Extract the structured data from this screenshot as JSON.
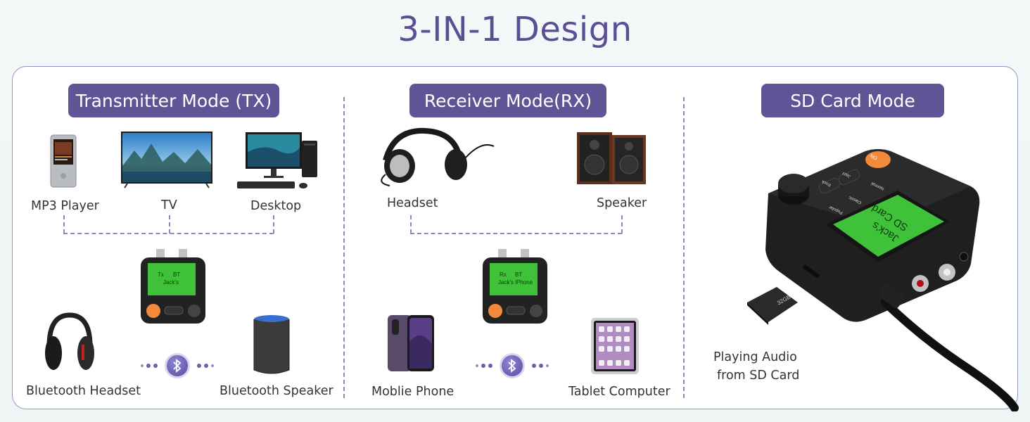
{
  "title": "3-IN-1 Design",
  "modes": {
    "tx": {
      "label": "Transmitter Mode (TX)",
      "sources": [
        "MP3 Player",
        "TV",
        "Desktop"
      ],
      "targets": [
        "Bluetooth Headset",
        "Bluetooth Speaker"
      ],
      "screen": {
        "line1_left": "Tx",
        "line1_right": "BT",
        "line2": "Jack's"
      }
    },
    "rx": {
      "label": "Receiver Mode(RX)",
      "outputs": [
        "Headset",
        "Speaker"
      ],
      "sources": [
        "Moblie Phone",
        "Tablet Computer"
      ],
      "screen": {
        "line1_left": "Rx",
        "line1_right": "BT",
        "line2": "Jack's iPhone"
      }
    },
    "sd": {
      "label": "SD Card Mode",
      "caption_line1": "Playing Audio",
      "caption_line2": "from SD Card",
      "screen": {
        "line1": "SD Card",
        "line2": "Jack's"
      },
      "card_text": "32GB",
      "buttons": [
        "Rock",
        "Jazz",
        "Classic",
        "Popular",
        "Normal"
      ],
      "power_label": "ON"
    }
  },
  "colors": {
    "title": "#5b4e95",
    "label_bg": "#5e5596",
    "dash": "#8f86bb",
    "screen": "#3fc23a",
    "accent_orange": "#f3893a"
  }
}
